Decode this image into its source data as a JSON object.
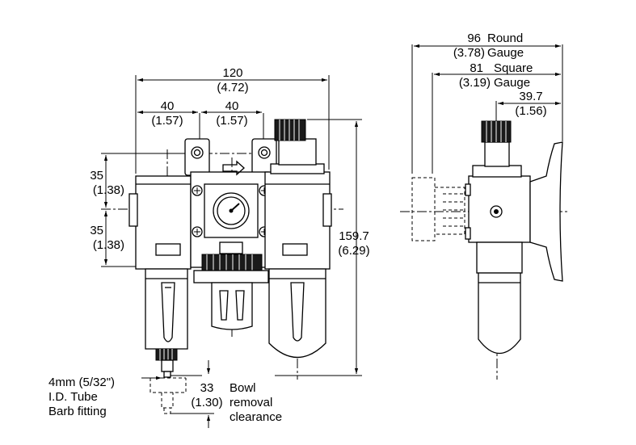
{
  "front_view": {
    "overall_width": {
      "mm": "120",
      "in": "(4.72)"
    },
    "left_module_width": {
      "mm": "40",
      "in": "(1.57)"
    },
    "middle_module_width": {
      "mm": "40",
      "in": "(1.57)"
    },
    "upper_height": {
      "mm": "35",
      "in": "(1.38)"
    },
    "lower_height": {
      "mm": "35",
      "in": "(1.38)"
    },
    "overall_height": {
      "mm": "159.7",
      "in": "(6.29)"
    },
    "fitting_label": [
      "4mm (5/32\")",
      "I.D. Tube",
      "Barb fitting"
    ],
    "bowl_clearance": {
      "mm": "33",
      "in": "(1.30)"
    },
    "bowl_label": [
      "Bowl",
      "removal",
      "clearance"
    ]
  },
  "side_view": {
    "round_gauge": {
      "mm": "96",
      "in": "(3.78)",
      "label1": "Round",
      "label2": "Gauge"
    },
    "square_gauge": {
      "mm": "81",
      "in": "(3.19)",
      "label1": "Square",
      "label2": "Gauge"
    },
    "depth": {
      "mm": "39.7",
      "in": "(1.56)"
    }
  }
}
